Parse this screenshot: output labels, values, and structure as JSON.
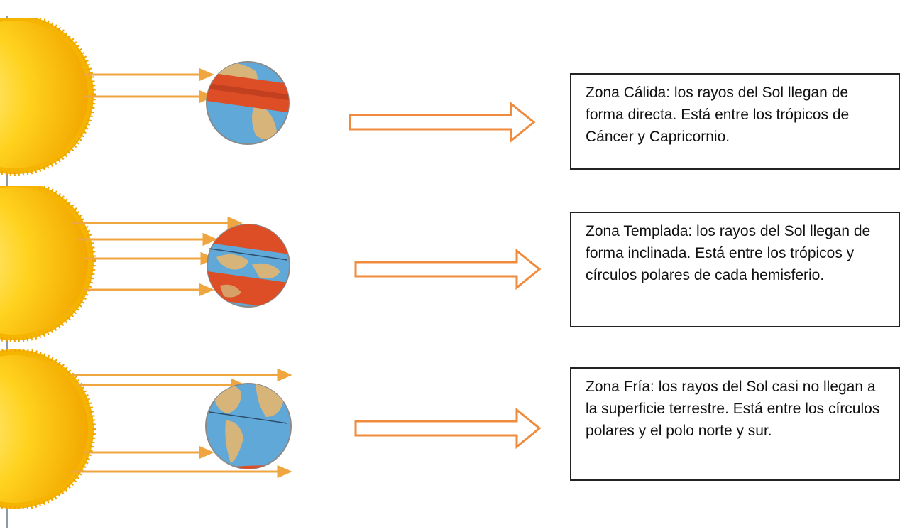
{
  "colors": {
    "sun_outer": "#f5b400",
    "sun_inner": "#ffe45c",
    "ray": "#f0a640",
    "ocean": "#5fa8d8",
    "land": "#d7b57a",
    "zone_band": "#dd4e26",
    "big_arrow": "#f08a3c",
    "box_border": "#222222"
  },
  "zones": [
    {
      "name": "zona-calida",
      "text": "Zona Cálida: los rayos del Sol llegan de forma directa.  Está entre los trópicos de Cáncer y Capricornio."
    },
    {
      "name": "zona-templada",
      "text": "Zona Templada: los rayos del Sol llegan de forma inclinada.  Está entre los trópicos y círculos polares de cada hemisferio."
    },
    {
      "name": "zona-fria",
      "text": "Zona Fría: los rayos del Sol casi no llegan a la superficie terrestre.  Está entre los círculos polares y el polo norte y sur."
    }
  ]
}
